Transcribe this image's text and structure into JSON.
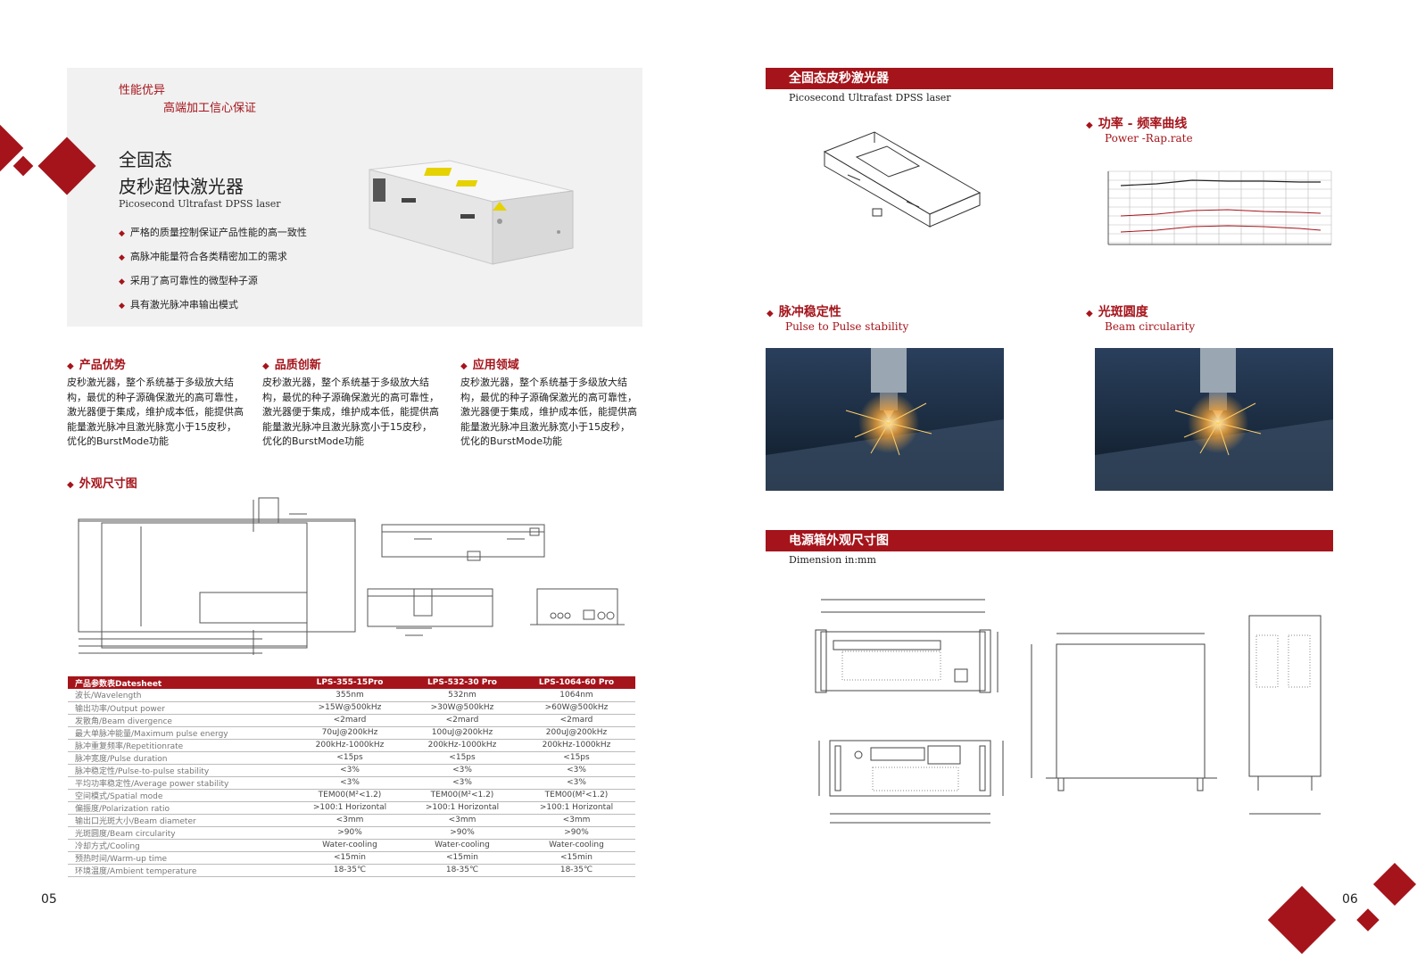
{
  "hero": {
    "tag1": "性能优异",
    "tag2": "高端加工信心保证",
    "title_line1": "全固态",
    "title_line2": "皮秒超快激光器",
    "subtitle": "Picosecond Ultrafast DPSS laser",
    "bullets": [
      "严格的质量控制保证产品性能的高一致性",
      "高脉冲能量符合各类精密加工的需求",
      "采用了高可靠性的微型种子源",
      "具有激光脉冲串输出模式"
    ]
  },
  "features": [
    {
      "title": "产品优势",
      "text": "皮秒激光器，整个系统基于多级放大结构，最优的种子源确保激光的高可靠性，激光器便于集成，维护成本低，能提供高能量激光脉冲且激光脉宽小于15皮秒，优化的BurstMode功能"
    },
    {
      "title": "品质创新",
      "text": "皮秒激光器，整个系统基于多级放大结构，最优的种子源确保激光的高可靠性，激光器便于集成，维护成本低，能提供高能量激光脉冲且激光脉宽小于15皮秒，优化的BurstMode功能"
    },
    {
      "title": "应用领域",
      "text": "皮秒激光器，整个系统基于多级放大结构，最优的种子源确保激光的高可靠性，激光器便于集成，维护成本低，能提供高能量激光脉冲且激光脉宽小于15皮秒，优化的BurstMode功能"
    }
  ],
  "dimensions_title": "外观尺寸图",
  "datasheet": {
    "headers": [
      "产品参数表Datesheet",
      "LPS-355-15Pro",
      "LPS-532-30 Pro",
      "LPS-1064-60 Pro"
    ],
    "rows": [
      [
        "波长/Wavelength",
        "355nm",
        "532nm",
        "1064nm"
      ],
      [
        "输出功率/Output power",
        ">15W@500kHz",
        ">30W@500kHz",
        ">60W@500kHz"
      ],
      [
        "发散角/Beam divergence",
        "<2mard",
        "<2mard",
        "<2mard"
      ],
      [
        "最大单脉冲能量/Maximum pulse energy",
        "70uJ@200kHz",
        "100uJ@200kHz",
        "200uJ@200kHz"
      ],
      [
        "脉冲重复频率/Repetitionrate",
        "200kHz-1000kHz",
        "200kHz-1000kHz",
        "200kHz-1000kHz"
      ],
      [
        "脉冲宽度/Pulse duration",
        "<15ps",
        "<15ps",
        "<15ps"
      ],
      [
        "脉冲稳定性/Pulse-to-pulse stability",
        "<3%",
        "<3%",
        "<3%"
      ],
      [
        "平均功率稳定性/Average power stability",
        "<3%",
        "<3%",
        "<3%"
      ],
      [
        "空间模式/Spatial mode",
        "TEM00(M²<1.2)",
        "TEM00(M²<1.2)",
        "TEM00(M²<1.2)"
      ],
      [
        "偏振度/Polarization ratio",
        ">100:1 Horizontal",
        ">100:1 Horizontal",
        ">100:1 Horizontal"
      ],
      [
        "输出口光斑大小/Beam diameter",
        "<3mm",
        "<3mm",
        "<3mm"
      ],
      [
        "光斑圆度/Beam circularity",
        ">90%",
        ">90%",
        ">90%"
      ],
      [
        "冷却方式/Cooling",
        "Water-cooling",
        "Water-cooling",
        "Water-cooling"
      ],
      [
        "预热时间/Warm-up time",
        "<15min",
        "<15min",
        "<15min"
      ],
      [
        "环境温度/Ambient temperature",
        "18-35℃",
        "18-35℃",
        "18-35℃"
      ]
    ]
  },
  "right": {
    "banner1": "全固态皮秒激光器",
    "banner1_sub": "Picosecond Ultrafast DPSS laser",
    "curve_title": "功率 - 频率曲线",
    "curve_sub": "Power -Rap.rate",
    "pulse_title": "脉冲稳定性",
    "pulse_sub": "Pulse to Pulse stability",
    "beam_title": "光斑圆度",
    "beam_sub": "Beam circularity",
    "banner2": "电源箱外观尺寸图",
    "banner2_sub": "Dimension in:mm"
  },
  "page_left": "05",
  "page_right": "06",
  "colors": {
    "accent": "#a5141b"
  }
}
